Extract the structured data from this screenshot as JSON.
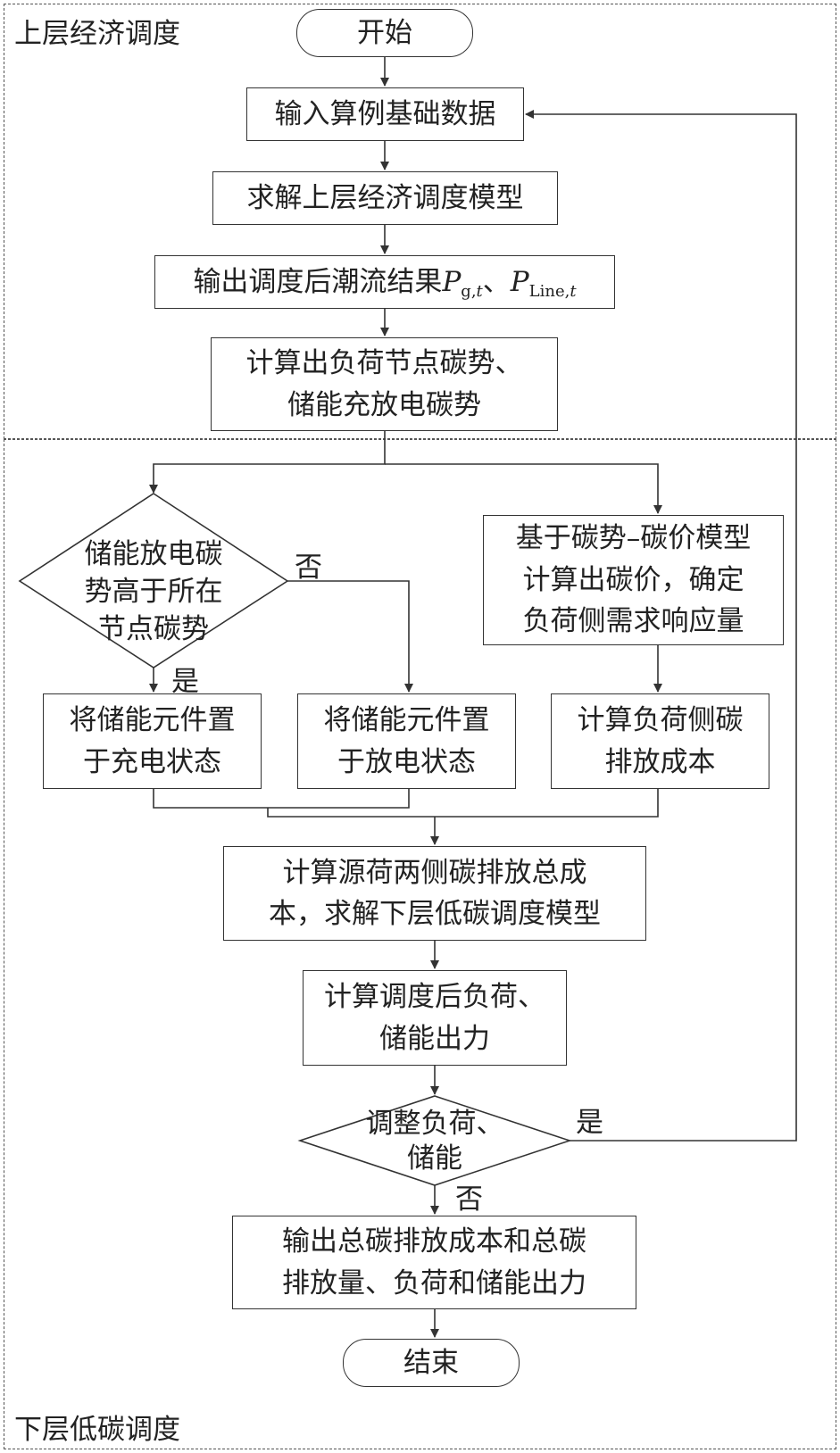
{
  "regions": {
    "upper_label": "上层经济调度",
    "lower_label": "下层低碳调度"
  },
  "nodes": {
    "start": "开始",
    "input": "输入算例基础数据",
    "solve_upper": "求解上层经济调度模型",
    "output_flow": {
      "text": "输出调度后潮流结果",
      "var1_main": "P",
      "var1_sub": "g,",
      "var1_sub_t": "t",
      "separator": "、",
      "var2_main": "P",
      "var2_sub": "Line,",
      "var2_sub_t": "t"
    },
    "calc_potential_line1": "计算出负荷节点碳势、",
    "calc_potential_line2": "储能充放电碳势",
    "decision_storage_line1": "储能放电碳",
    "decision_storage_line2": "势高于所在",
    "decision_storage_line3": "节点碳势",
    "no_label_1": "否",
    "yes_label_1": "是",
    "carbon_price_line1": "基于碳势–碳价模型",
    "carbon_price_line2": "计算出碳价，确定",
    "carbon_price_line3": "负荷侧需求响应量",
    "charge_line1": "将储能元件置",
    "charge_line2": "于充电状态",
    "discharge_line1": "将储能元件置",
    "discharge_line2": "于放电状态",
    "load_cost_line1": "计算负荷侧碳",
    "load_cost_line2": "排放成本",
    "total_cost_line1": "计算源荷两侧碳排放总成",
    "total_cost_line2": "本，求解下层低碳调度模型",
    "calc_after_line1": "计算调度后负荷、",
    "calc_after_line2": "储能出力",
    "decision_adjust_line1": "调整负荷、",
    "decision_adjust_line2": "储能",
    "yes_label_2": "是",
    "no_label_2": "否",
    "output_final_line1": "输出总碳排放成本和总碳",
    "output_final_line2": "排放量、负荷和储能出力",
    "end": "结束"
  }
}
